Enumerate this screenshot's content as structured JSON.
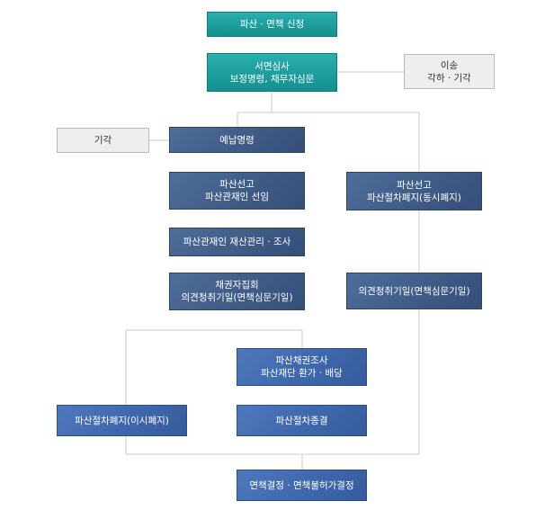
{
  "nodes": {
    "apply": "파산 · 면책 신청",
    "review_line1": "서면심사",
    "review_line2": "보정명령, 채무자심문",
    "transfer_line1": "이송",
    "transfer_line2": "각하 · 기각",
    "dismiss": "기각",
    "prepay": "예납명령",
    "declare_line1": "파산선고",
    "declare_line2": "파산관재인 선임",
    "declare_simul_line1": "파산선고",
    "declare_simul_line2": "파산절차폐지(동시폐지)",
    "trustee_manage": "파산관재인 재산관리 · 조사",
    "creditors_line1": "채권자집회",
    "creditors_line2": "의견청취기일(면책심문기일)",
    "opinion_hearing": "의견청취기일(면책심문기일)",
    "claim_line1": "파산채권조사",
    "claim_line2": "파산재단 환가 · 배당",
    "abolish_diff": "파산절차폐지(이시폐지)",
    "terminate": "파산절차종결",
    "discharge": "면책결정 · 면책불허가결정"
  }
}
